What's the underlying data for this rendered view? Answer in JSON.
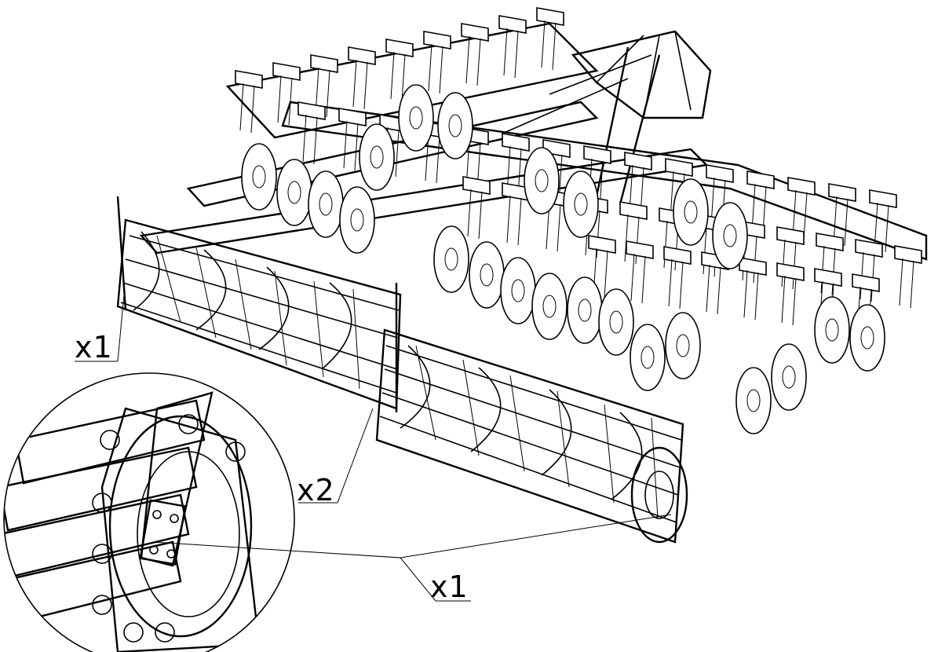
{
  "callouts": {
    "top_left": "x1",
    "middle": "x2",
    "bottom_right": "x1"
  }
}
